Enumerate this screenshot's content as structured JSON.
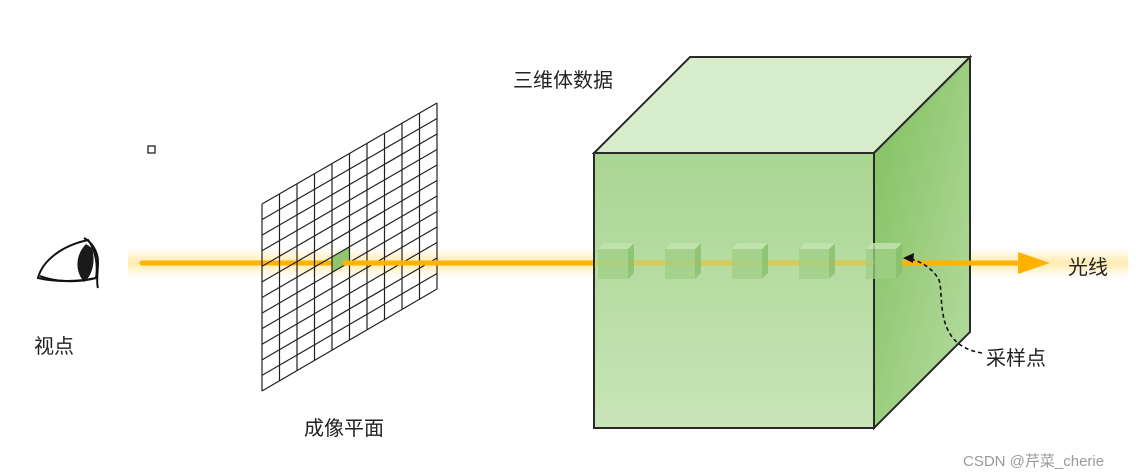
{
  "labels": {
    "volume": "三维体数据",
    "viewpoint": "视点",
    "image_plane": "成像平面",
    "ray": "光线",
    "sample_points": "采样点"
  },
  "watermark": "CSDN @芹菜_cherie",
  "colors": {
    "ray": "#FFB300",
    "ray_glow": "#FFE9A6",
    "cube_front": "#B6DBA0",
    "cube_top": "#D8EDCB",
    "cube_side": "#8FC66E",
    "cube_edge": "#2A2A2A",
    "grid_line": "#222222",
    "grid_cell_highlight": "#8FC66E",
    "sample_cube": "#9FCF86"
  },
  "image_plane": {
    "rows": 12,
    "cols": 10,
    "highlight_cell": [
      6,
      4
    ]
  },
  "sample_point_count": 5,
  "icons": {
    "eye": "eye-icon"
  }
}
